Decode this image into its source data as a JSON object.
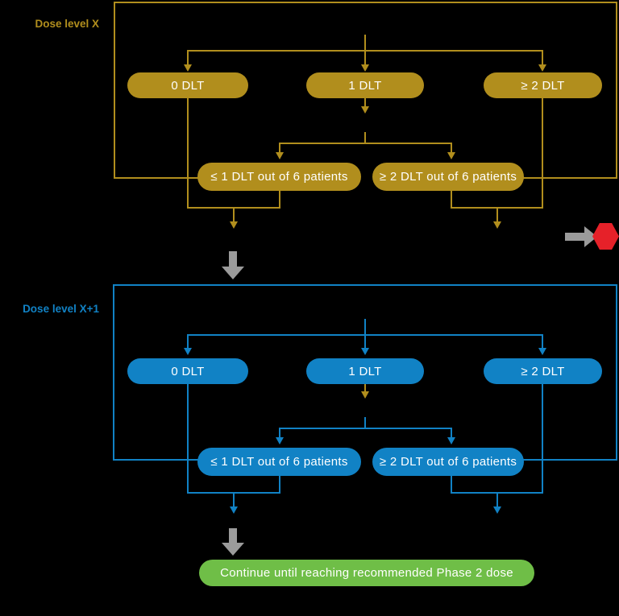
{
  "colors": {
    "background": "#000000",
    "gold": "#B18E1D",
    "blue": "#1182C5",
    "green": "#6FBE47",
    "red": "#E62129",
    "gray": "#9B9B9B",
    "pill_text": "#FFFFFF"
  },
  "dose_level_x": {
    "label": "Dose level X",
    "pill_0_dlt": "0 DLT",
    "pill_1_dlt": "1 DLT",
    "pill_ge2_dlt": "≥ 2 DLT",
    "pill_le1_of6": "≤ 1 DLT out of 6 patients",
    "pill_ge2_of6": "≥ 2 DLT out of 6 patients"
  },
  "dose_level_x1": {
    "label": "Dose level X+1",
    "pill_0_dlt": "0 DLT",
    "pill_1_dlt": "1 DLT",
    "pill_ge2_dlt": "≥ 2 DLT",
    "pill_le1_of6": "≤ 1 DLT out of 6 patients",
    "pill_ge2_of6": "≥ 2 DLT out of 6 patients"
  },
  "outcome": {
    "continue_label": "Continue until reaching recommended Phase 2 dose"
  },
  "stop_icon": "red-stop-hexagon"
}
